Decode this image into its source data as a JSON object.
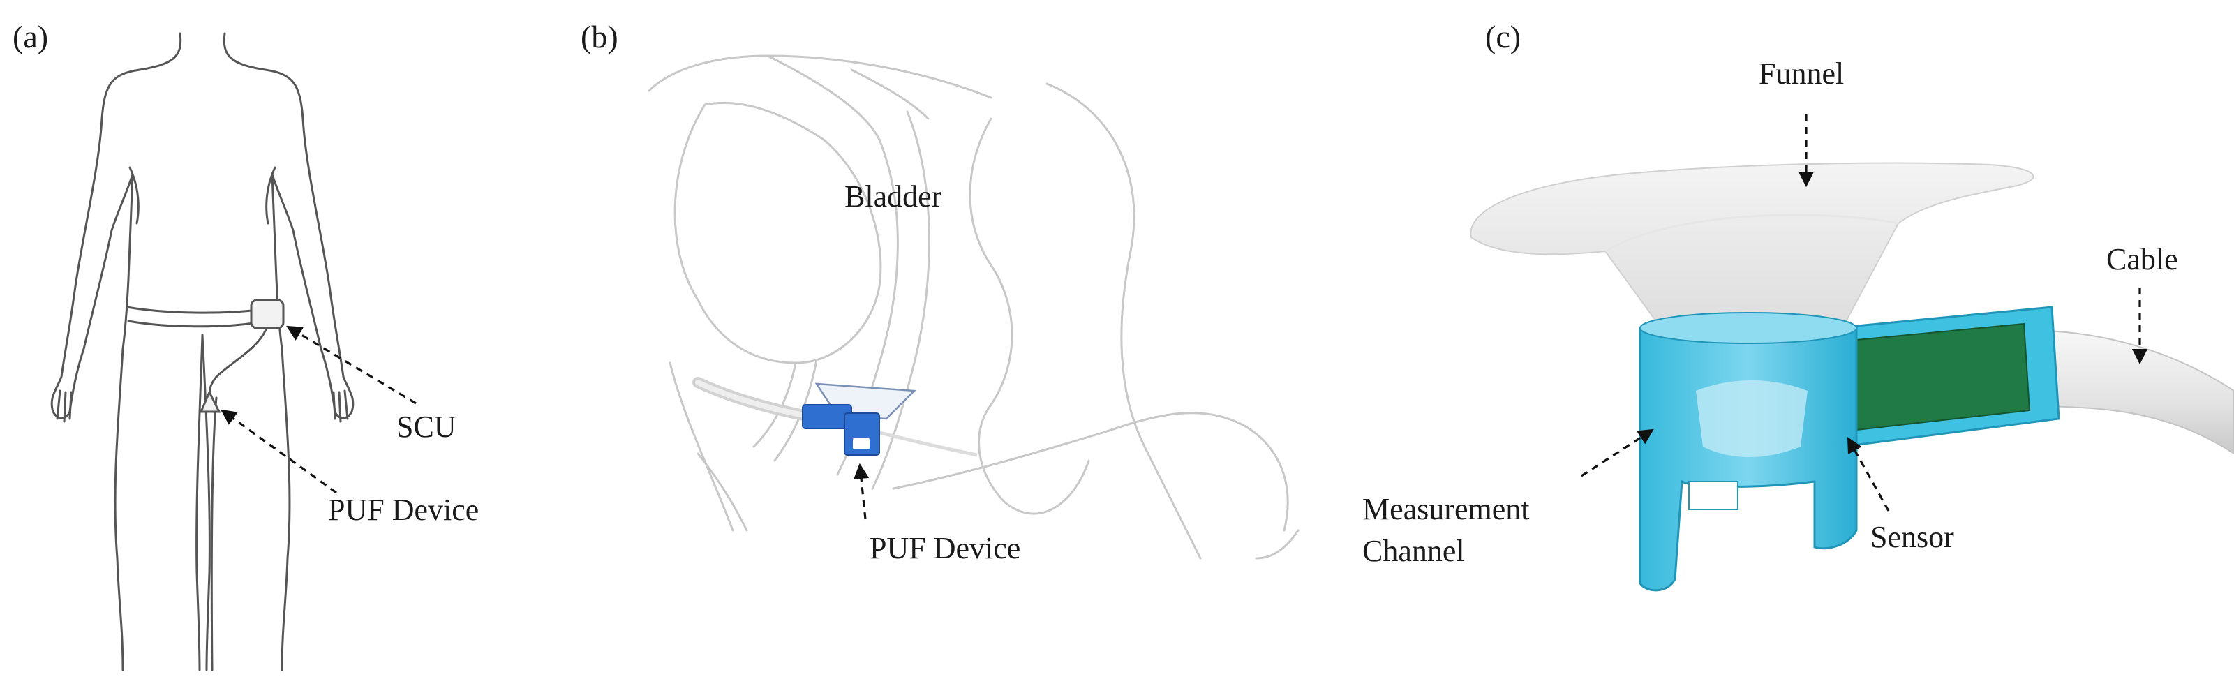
{
  "panels": {
    "a": {
      "tag": "(a)",
      "labels": {
        "scu": "SCU",
        "puf": "PUF Device"
      }
    },
    "b": {
      "tag": "(b)",
      "labels": {
        "bladder": "Bladder",
        "puf": "PUF Device"
      }
    },
    "c": {
      "tag": "(c)",
      "labels": {
        "funnel": "Funnel",
        "cable": "Cable",
        "measurement_line1": "Measurement",
        "measurement_line2": "Channel",
        "sensor": "Sensor"
      }
    }
  },
  "colors": {
    "device_blue": "#2f6fd0",
    "channel_cyan": "#3fc1e2",
    "sensor_green": "#1f7a45",
    "outline": "#555555",
    "anatomy_gray": "#c8c8c8"
  }
}
